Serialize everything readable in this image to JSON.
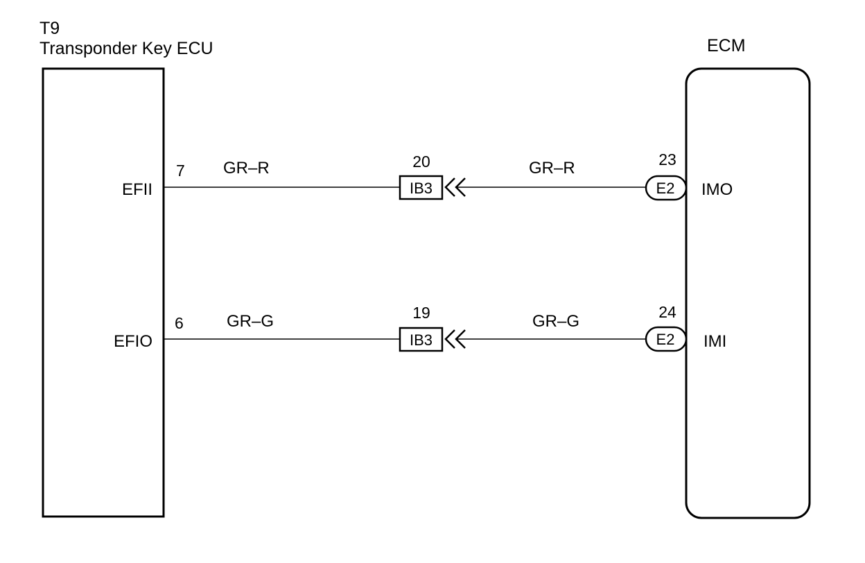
{
  "colors": {
    "background": "#ffffff",
    "ink": "#000000"
  },
  "components": {
    "left": {
      "code": "T9",
      "name": "Transponder Key ECU"
    },
    "right": {
      "name": "ECM"
    }
  },
  "circuits": [
    {
      "left_terminal": "EFII",
      "left_pin": "7",
      "left_wire_color": "GR–R",
      "junction": "IB3",
      "junction_pin": "20",
      "right_wire_color": "GR–R",
      "right_connector": "E2",
      "right_pin": "23",
      "right_terminal": "IMO"
    },
    {
      "left_terminal": "EFIO",
      "left_pin": "6",
      "left_wire_color": "GR–G",
      "junction": "IB3",
      "junction_pin": "19",
      "right_wire_color": "GR–G",
      "right_connector": "E2",
      "right_pin": "24",
      "right_terminal": "IMI"
    }
  ]
}
